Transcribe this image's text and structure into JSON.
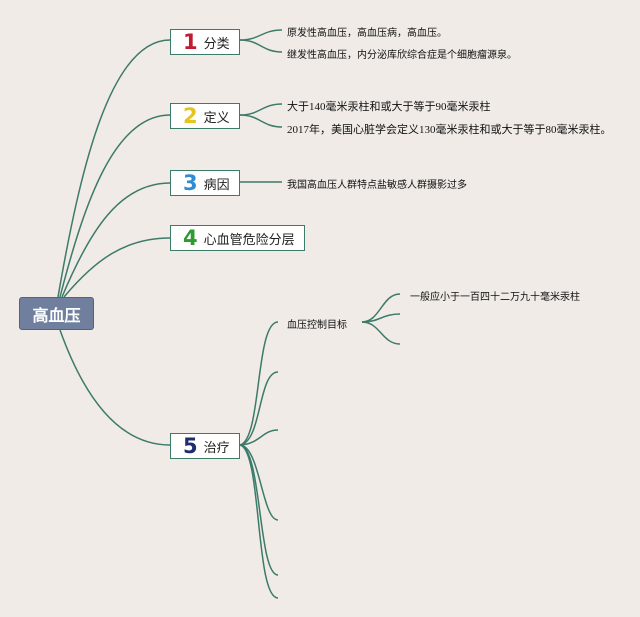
{
  "root": {
    "label": "高血压"
  },
  "branches": [
    {
      "num": "1",
      "label": "分类",
      "color": "#c21a2e"
    },
    {
      "num": "2",
      "label": "定义",
      "color": "#e6c41a"
    },
    {
      "num": "3",
      "label": "病因",
      "color": "#2f8bd3"
    },
    {
      "num": "4",
      "label": "心血管危险分层",
      "color": "#2f9a2f"
    },
    {
      "num": "5",
      "label": "治疗",
      "color": "#1c2e6b"
    }
  ],
  "leaves": {
    "classification_1": "原发性高血压，高血压病，高血压。",
    "classification_2": "继发性高血压，内分泌库欣综合症是个细胞瘤源泉。",
    "definition_1": "大于140毫米汞柱和或大于等于90毫米汞柱",
    "definition_2": "2017年，美国心脏学会定义130毫米汞柱和或大于等于80毫米汞柱。",
    "cause_1": "我国高血压人群特点盐敏感人群摄影过多",
    "treatment_1": "血压控制目标",
    "treatment_1_1": "一般应小于一百四十二万九十毫米汞柱"
  },
  "colors": {
    "link": "#3c7a6a",
    "root_bg": "#6f7f9d",
    "background": "#f0ebe6"
  }
}
